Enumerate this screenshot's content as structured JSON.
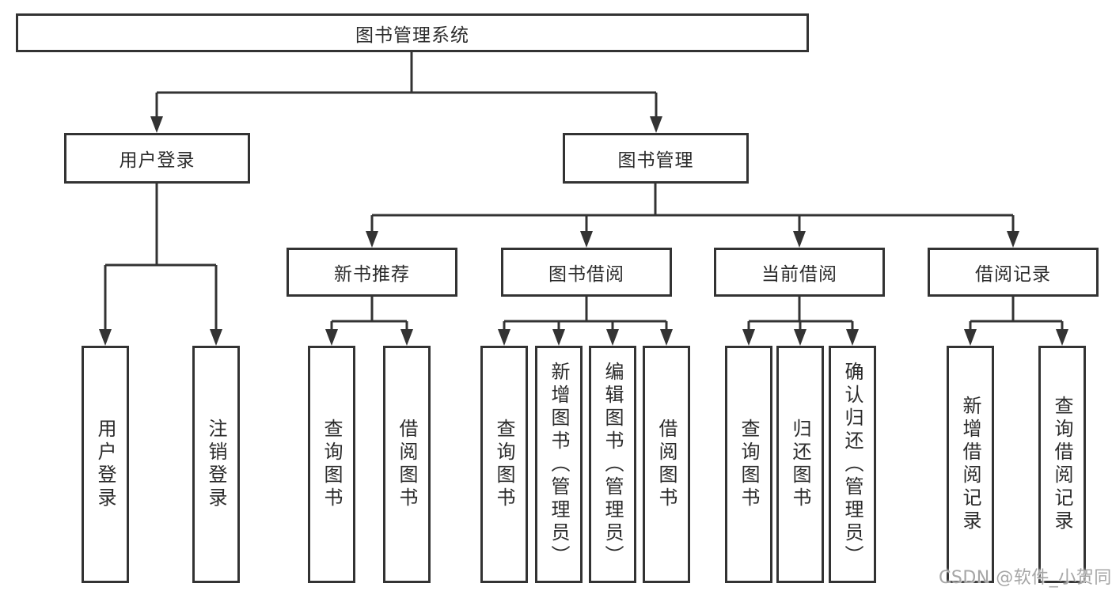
{
  "diagram": {
    "root": {
      "label": "图书管理系统"
    },
    "branches": [
      {
        "label": "用户登录",
        "children": [
          {
            "label": "用户登录"
          },
          {
            "label": "注销登录"
          }
        ]
      },
      {
        "label": "图书管理",
        "children": [
          {
            "label": "新书推荐",
            "children": [
              {
                "label": "查询图书"
              },
              {
                "label": "借阅图书"
              }
            ]
          },
          {
            "label": "图书借阅",
            "children": [
              {
                "label": "查询图书"
              },
              {
                "label": "新增图书（管理员）"
              },
              {
                "label": "编辑图书（管理员）"
              },
              {
                "label": "借阅图书"
              }
            ]
          },
          {
            "label": "当前借阅",
            "children": [
              {
                "label": "查询图书"
              },
              {
                "label": "归还图书"
              },
              {
                "label": "确认归还（管理员）"
              }
            ]
          },
          {
            "label": "借阅记录",
            "children": [
              {
                "label": "新增借阅记录"
              },
              {
                "label": "查询借阅记录"
              }
            ]
          }
        ]
      }
    ]
  },
  "watermark": "CSDN @软件_小贺同学",
  "colors": {
    "line": "#333333",
    "text": "#2b2b2b",
    "watermark": "#a6a6a6",
    "background": "#ffffff"
  }
}
